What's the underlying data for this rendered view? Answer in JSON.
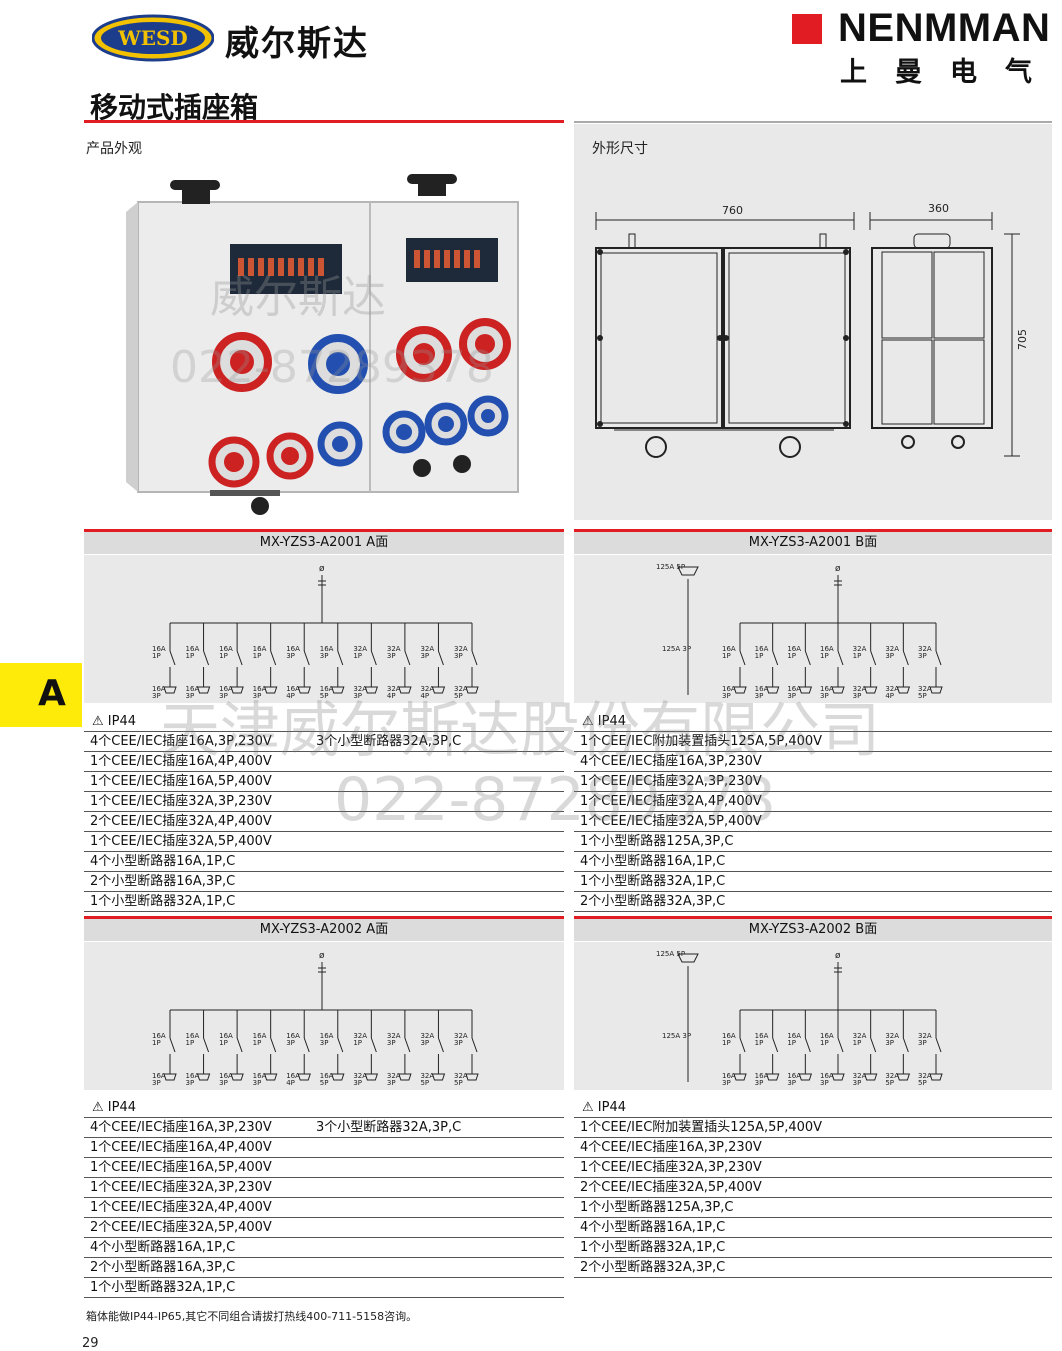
{
  "header": {
    "logo_text": "WESD",
    "brand_cn": "威尔斯达",
    "right_brand": "NENMMAN",
    "right_brand_cn": "上曼电气",
    "page_title": "移动式插座箱"
  },
  "sections": {
    "appearance": "产品外观",
    "dimensions": "外形尺寸"
  },
  "dimensions": {
    "width": "760",
    "depth": "360",
    "height": "705"
  },
  "side_tab": "A",
  "watermarks": {
    "company": "天津威尔斯达股份有限公司",
    "phone": "022-87289378",
    "photo_text": "威尔斯达",
    "photo_phone": "022-87289378"
  },
  "blocks": [
    {
      "title": "MX-YZS3-A2001 A面",
      "ip": "IP44",
      "side_note": "3个小型断路器32A,3P,C",
      "items": [
        "4个CEE/IEC插座16A,3P,230V",
        "1个CEE/IEC插座16A,4P,400V",
        "1个CEE/IEC插座16A,5P,400V",
        "1个CEE/IEC插座32A,3P,230V",
        "2个CEE/IEC插座32A,4P,400V",
        "1个CEE/IEC插座32A,5P,400V",
        "4个小型断路器16A,1P,C",
        "2个小型断路器16A,3P,C",
        "1个小型断路器32A,1P,C"
      ],
      "breakers": [
        "16A 1P",
        "16A 1P",
        "16A 1P",
        "16A 1P",
        "16A 3P",
        "16A 3P",
        "32A 1P",
        "32A 3P",
        "32A 3P",
        "32A 3P"
      ],
      "sockets": [
        "16A 3P",
        "16A 3P",
        "16A 3P",
        "16A 3P",
        "16A 4P",
        "16A 5P",
        "32A 3P",
        "32A 4P",
        "32A 4P",
        "32A 5P"
      ]
    },
    {
      "title": "MX-YZS3-A2001 B面",
      "ip": "IP44",
      "side_note": "",
      "main_breaker": "125A 3P",
      "inlet": "125A 5P",
      "items": [
        "1个CEE/IEC附加装置插头125A,5P,400V",
        "4个CEE/IEC插座16A,3P,230V",
        "1个CEE/IEC插座32A,3P,230V",
        "1个CEE/IEC插座32A,4P,400V",
        "1个CEE/IEC插座32A,5P,400V",
        "1个小型断路器125A,3P,C",
        "4个小型断路器16A,1P,C",
        "1个小型断路器32A,1P,C",
        "2个小型断路器32A,3P,C"
      ],
      "breakers": [
        "16A 1P",
        "16A 1P",
        "16A 1P",
        "16A 1P",
        "32A 1P",
        "32A 3P",
        "32A 3P"
      ],
      "sockets": [
        "16A 3P",
        "16A 3P",
        "16A 3P",
        "16A 3P",
        "32A 3P",
        "32A 4P",
        "32A 5P"
      ]
    },
    {
      "title": "MX-YZS3-A2002 A面",
      "ip": "IP44",
      "side_note": "3个小型断路器32A,3P,C",
      "items": [
        "4个CEE/IEC插座16A,3P,230V",
        "1个CEE/IEC插座16A,4P,400V",
        "1个CEE/IEC插座16A,5P,400V",
        "1个CEE/IEC插座32A,3P,230V",
        "1个CEE/IEC插座32A,4P,400V",
        "2个CEE/IEC插座32A,5P,400V",
        "4个小型断路器16A,1P,C",
        "2个小型断路器16A,3P,C",
        "1个小型断路器32A,1P,C"
      ],
      "breakers": [
        "16A 1P",
        "16A 1P",
        "16A 1P",
        "16A 1P",
        "16A 3P",
        "16A 3P",
        "32A 1P",
        "32A 3P",
        "32A 3P",
        "32A 3P"
      ],
      "sockets": [
        "16A 3P",
        "16A 3P",
        "16A 3P",
        "16A 3P",
        "16A 4P",
        "16A 5P",
        "32A 3P",
        "32A 3P",
        "32A 5P",
        "32A 5P"
      ]
    },
    {
      "title": "MX-YZS3-A2002 B面",
      "ip": "IP44",
      "side_note": "",
      "main_breaker": "125A 3P",
      "inlet": "125A 5P",
      "items": [
        "1个CEE/IEC附加装置插头125A,5P,400V",
        "4个CEE/IEC插座16A,3P,230V",
        "1个CEE/IEC插座32A,3P,230V",
        "2个CEE/IEC插座32A,5P,400V",
        "1个小型断路器125A,3P,C",
        "4个小型断路器16A,1P,C",
        "1个小型断路器32A,1P,C",
        "2个小型断路器32A,3P,C"
      ],
      "breakers": [
        "16A 1P",
        "16A 1P",
        "16A 1P",
        "16A 1P",
        "32A 1P",
        "32A 3P",
        "32A 3P"
      ],
      "sockets": [
        "16A 3P",
        "16A 3P",
        "16A 3P",
        "16A 3P",
        "32A 3P",
        "32A 5P",
        "32A 5P"
      ]
    }
  ],
  "footer": {
    "note": "箱体能做IP44-IP65,其它不同组合请拔打热线400-711-5158咨询。",
    "page_number": "29"
  },
  "colors": {
    "accent": "#e21c23",
    "tab": "#ffeb0a",
    "panel": "#e9e9e9"
  }
}
